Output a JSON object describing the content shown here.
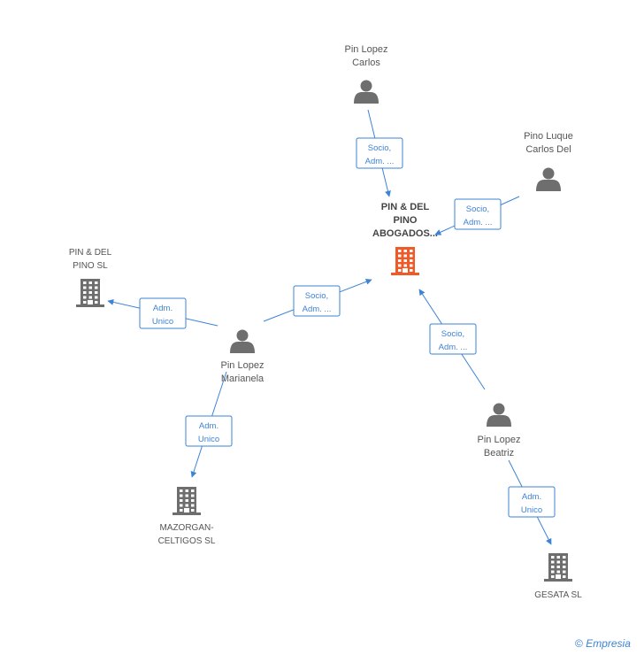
{
  "colors": {
    "person": "#6e6e6e",
    "company": "#6e6e6e",
    "main_company": "#f05a28",
    "edge": "#3d83d6"
  },
  "nodes": [
    {
      "id": "pin-del-pino-abogados",
      "kind": "company-main",
      "label": [
        "PIN & DEL",
        "PINO",
        "ABOGADOS..."
      ]
    },
    {
      "id": "pin-lopez-carlos",
      "kind": "person",
      "label": [
        "Pin Lopez",
        "Carlos"
      ]
    },
    {
      "id": "pino-luque-carlos-del",
      "kind": "person",
      "label": [
        "Pino Luque",
        "Carlos Del"
      ]
    },
    {
      "id": "pin-del-pino-sl",
      "kind": "company",
      "label": [
        "PIN & DEL",
        "PINO SL"
      ]
    },
    {
      "id": "pin-lopez-marianela",
      "kind": "person",
      "label": [
        "Pin Lopez",
        "Marianela"
      ]
    },
    {
      "id": "pin-lopez-beatriz",
      "kind": "person",
      "label": [
        "Pin Lopez",
        "Beatriz"
      ]
    },
    {
      "id": "mazorgan-celtigos-sl",
      "kind": "company",
      "label": [
        "MAZORGAN-",
        "CELTIGOS SL"
      ]
    },
    {
      "id": "gesata-sl",
      "kind": "company",
      "label": [
        "GESATA SL"
      ]
    }
  ],
  "edges": [
    {
      "from": "pin-lopez-carlos",
      "to": "pin-del-pino-abogados",
      "label": [
        "Socio,",
        "Adm. ..."
      ]
    },
    {
      "from": "pino-luque-carlos-del",
      "to": "pin-del-pino-abogados",
      "label": [
        "Socio,",
        "Adm. ..."
      ]
    },
    {
      "from": "pin-lopez-marianela",
      "to": "pin-del-pino-abogados",
      "label": [
        "Socio,",
        "Adm. ..."
      ]
    },
    {
      "from": "pin-lopez-beatriz",
      "to": "pin-del-pino-abogados",
      "label": [
        "Socio,",
        "Adm. ..."
      ]
    },
    {
      "from": "pin-lopez-marianela",
      "to": "pin-del-pino-sl",
      "label": [
        "Adm.",
        "Unico"
      ]
    },
    {
      "from": "pin-lopez-marianela",
      "to": "mazorgan-celtigos-sl",
      "label": [
        "Adm.",
        "Unico"
      ]
    },
    {
      "from": "pin-lopez-beatriz",
      "to": "gesata-sl",
      "label": [
        "Adm.",
        "Unico"
      ]
    }
  ],
  "footer": {
    "copyright": "©",
    "brand": "Empresia"
  }
}
